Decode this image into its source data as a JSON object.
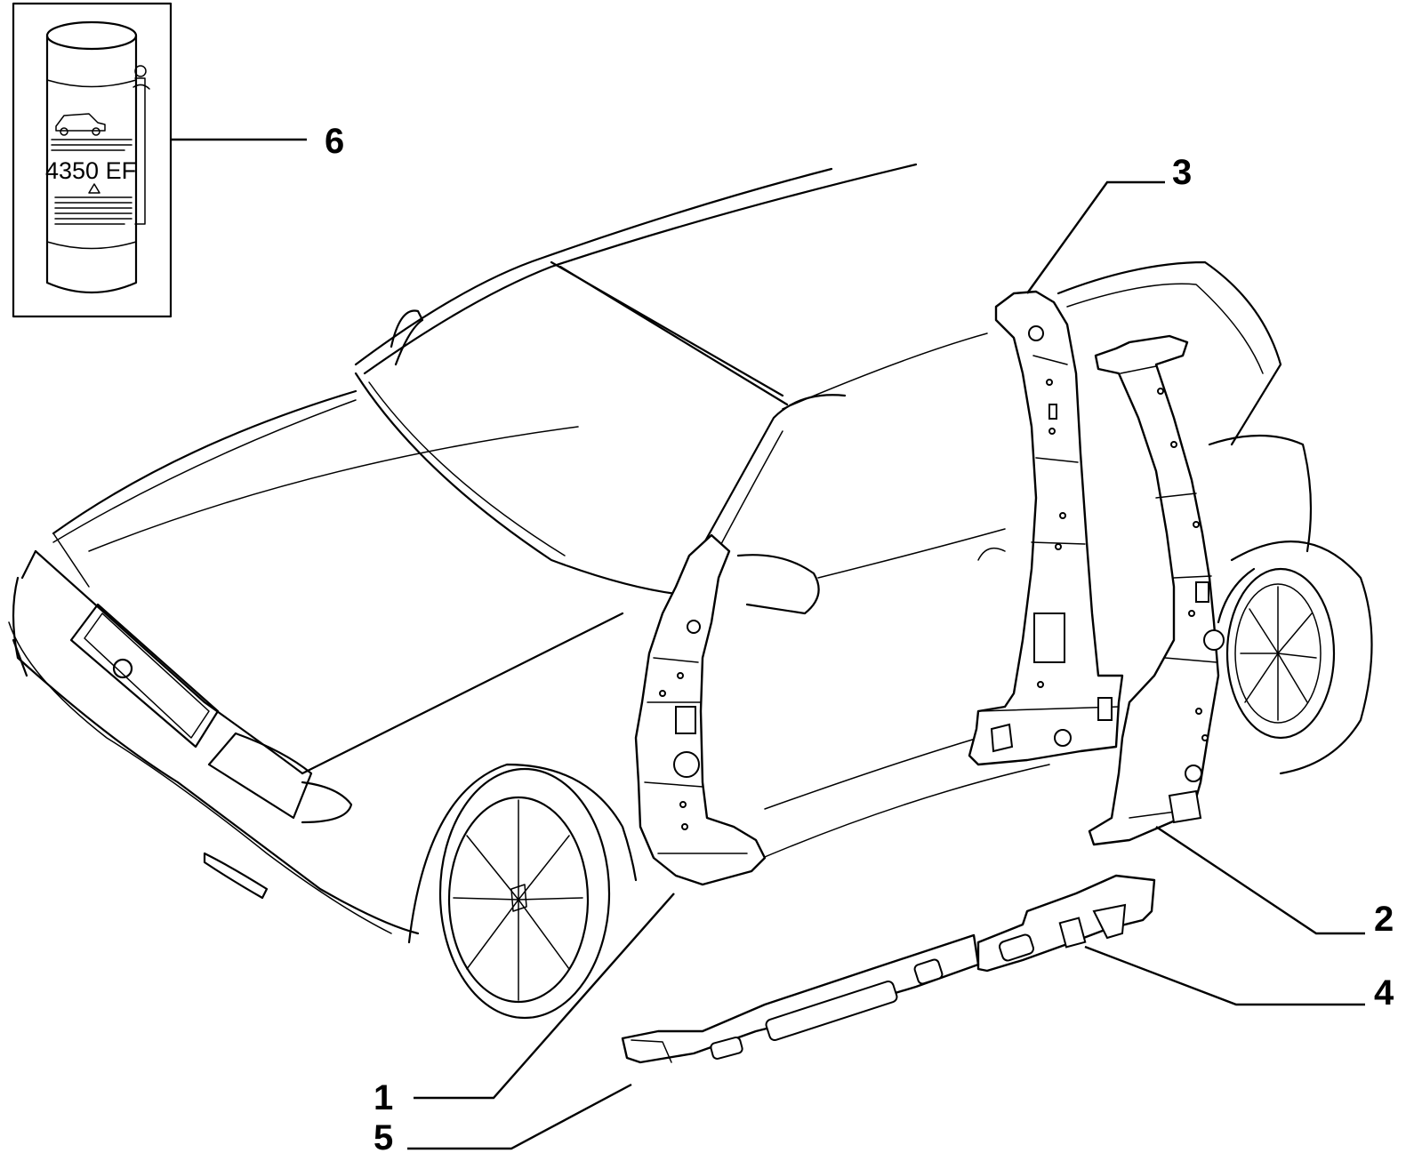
{
  "callouts": {
    "c1": "1",
    "c2": "2",
    "c3": "3",
    "c4": "4",
    "c5": "5",
    "c6": "6"
  },
  "inset": {
    "can_label": "4350 EF"
  },
  "colors": {
    "line": "#000000",
    "background": "#ffffff"
  }
}
